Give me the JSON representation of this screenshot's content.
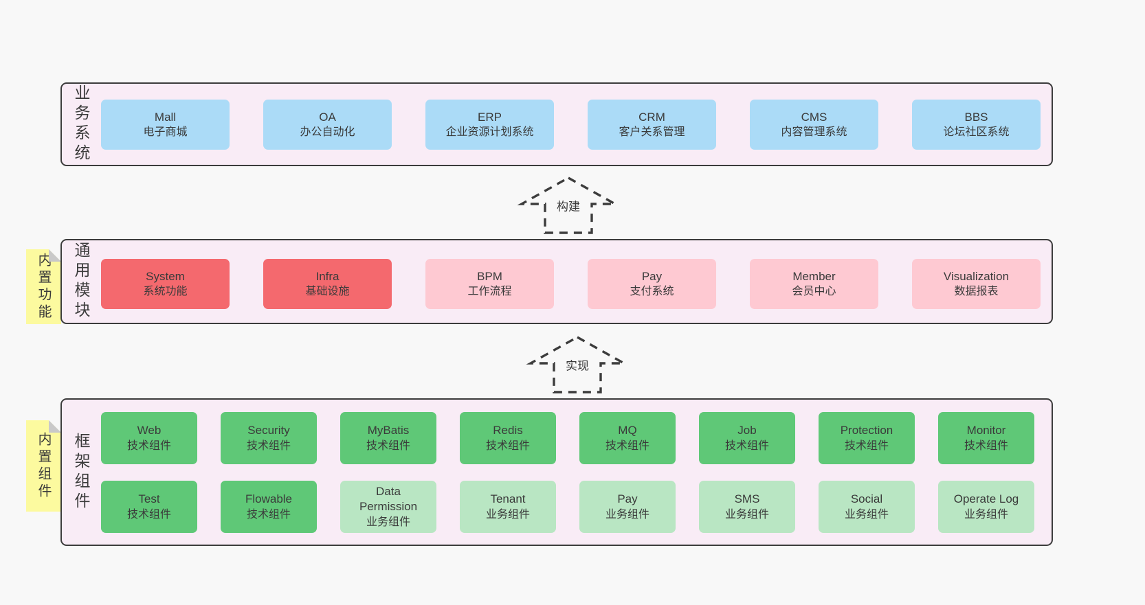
{
  "colors": {
    "page_bg": "#f8f8f8",
    "panel_bg": "#f9ecf6",
    "panel_border": "#3c3c3c",
    "text": "#3a3a3a",
    "blue": "#abdbf7",
    "red": "#f4696e",
    "pink": "#fec9d2",
    "green": "#5fc877",
    "lightgreen": "#b9e6c3",
    "sticky": "#fcfa9f",
    "sticky_fold": "#c9c9c9"
  },
  "arrows": [
    {
      "label": "构建"
    },
    {
      "label": "实现"
    }
  ],
  "layers": [
    {
      "label": "业务系统",
      "note": "",
      "rows": [
        [
          {
            "title": "Mall",
            "subtitle": "电子商城",
            "variant": "blue"
          },
          {
            "title": "OA",
            "subtitle": "办公自动化",
            "variant": "blue"
          },
          {
            "title": "ERP",
            "subtitle": "企业资源计划系统",
            "variant": "blue"
          },
          {
            "title": "CRM",
            "subtitle": "客户关系管理",
            "variant": "blue"
          },
          {
            "title": "CMS",
            "subtitle": "内容管理系统",
            "variant": "blue"
          },
          {
            "title": "BBS",
            "subtitle": "论坛社区系统",
            "variant": "blue"
          }
        ]
      ]
    },
    {
      "label": "通用模块",
      "note": "内置功能",
      "rows": [
        [
          {
            "title": "System",
            "subtitle": "系统功能",
            "variant": "red"
          },
          {
            "title": "Infra",
            "subtitle": "基础设施",
            "variant": "red"
          },
          {
            "title": "BPM",
            "subtitle": "工作流程",
            "variant": "pink"
          },
          {
            "title": "Pay",
            "subtitle": "支付系统",
            "variant": "pink"
          },
          {
            "title": "Member",
            "subtitle": "会员中心",
            "variant": "pink"
          },
          {
            "title": "Visualization",
            "subtitle": "数据报表",
            "variant": "pink"
          }
        ]
      ]
    },
    {
      "label": "框架组件",
      "note": "内置组件",
      "rows": [
        [
          {
            "title": "Web",
            "subtitle": "技术组件",
            "variant": "green"
          },
          {
            "title": "Security",
            "subtitle": "技术组件",
            "variant": "green"
          },
          {
            "title": "MyBatis",
            "subtitle": "技术组件",
            "variant": "green"
          },
          {
            "title": "Redis",
            "subtitle": "技术组件",
            "variant": "green"
          },
          {
            "title": "MQ",
            "subtitle": "技术组件",
            "variant": "green"
          },
          {
            "title": "Job",
            "subtitle": "技术组件",
            "variant": "green"
          },
          {
            "title": "Protection",
            "subtitle": "技术组件",
            "variant": "green"
          },
          {
            "title": "Monitor",
            "subtitle": "技术组件",
            "variant": "green"
          }
        ],
        [
          {
            "title": "Test",
            "subtitle": "技术组件",
            "variant": "green"
          },
          {
            "title": "Flowable",
            "subtitle": "技术组件",
            "variant": "green"
          },
          {
            "title": "Data Permission",
            "subtitle": "业务组件",
            "variant": "lightgreen"
          },
          {
            "title": "Tenant",
            "subtitle": "业务组件",
            "variant": "lightgreen"
          },
          {
            "title": "Pay",
            "subtitle": "业务组件",
            "variant": "lightgreen"
          },
          {
            "title": "SMS",
            "subtitle": "业务组件",
            "variant": "lightgreen"
          },
          {
            "title": "Social",
            "subtitle": "业务组件",
            "variant": "lightgreen"
          },
          {
            "title": "Operate Log",
            "subtitle": "业务组件",
            "variant": "lightgreen"
          }
        ]
      ]
    }
  ]
}
